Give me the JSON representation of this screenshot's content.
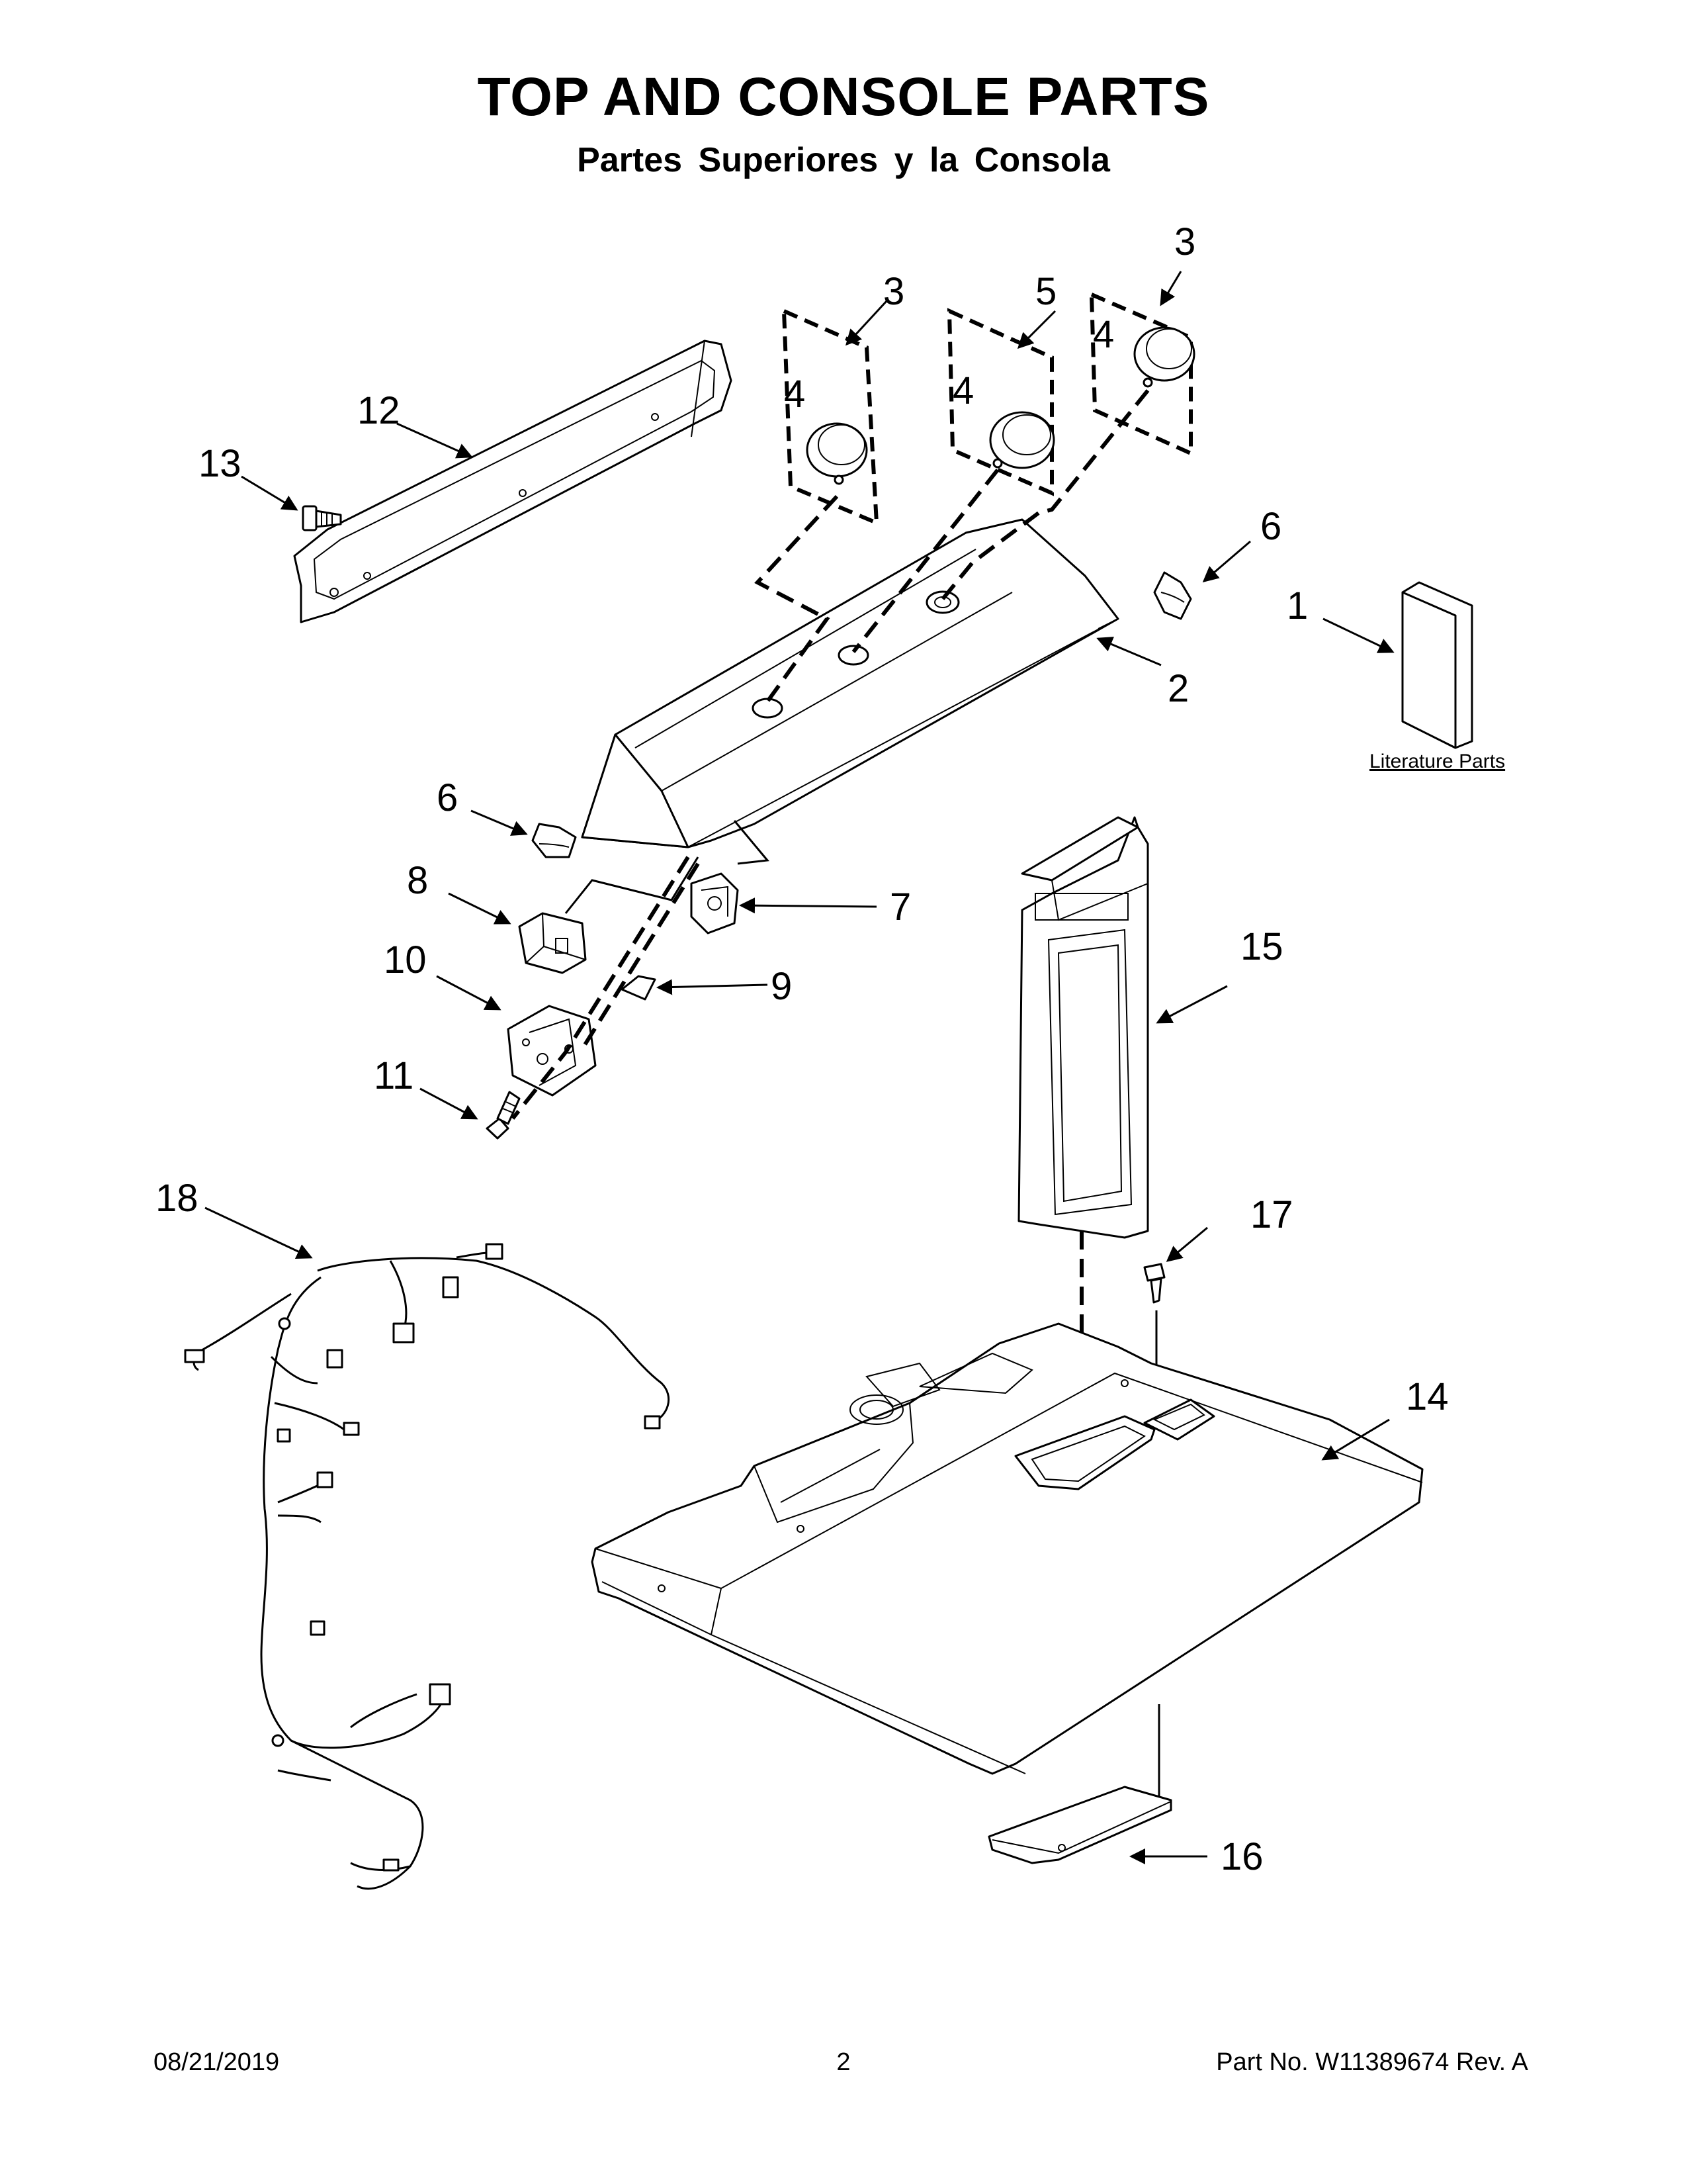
{
  "header": {
    "title": "TOP AND CONSOLE PARTS",
    "subtitle": "Partes Superiores y la Consola"
  },
  "callouts": {
    "c1": "1",
    "c2": "2",
    "c3a": "3",
    "c3b": "3",
    "c4a": "4",
    "c4b": "4",
    "c4c": "4",
    "c5": "5",
    "c6a": "6",
    "c6b": "6",
    "c7": "7",
    "c8": "8",
    "c9": "9",
    "c10": "10",
    "c11": "11",
    "c12": "12",
    "c13": "13",
    "c14": "14",
    "c15": "15",
    "c16": "16",
    "c17": "17",
    "c18": "18"
  },
  "literature": {
    "label": "Literature Parts"
  },
  "footer": {
    "date": "08/21/2019",
    "page": "2",
    "part": "Part No.  W11389674  Rev.  A"
  }
}
